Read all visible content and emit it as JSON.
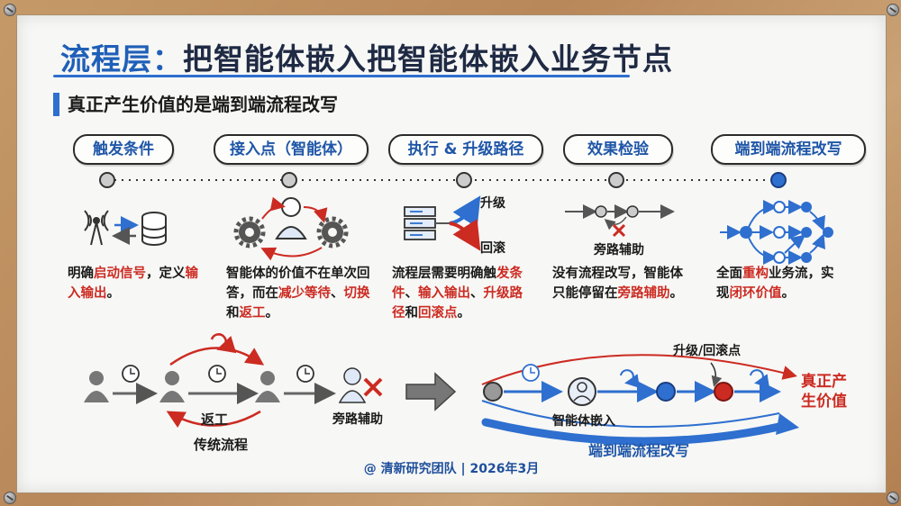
{
  "title": {
    "prefix": "流程层：",
    "main": "把智能体嵌入把智能体嵌入业务节点"
  },
  "subtitle": "真正产生价值的是端到端流程改写",
  "steps": [
    {
      "label": "触发条件",
      "desc": [
        {
          "t": "明确"
        },
        {
          "t": "启动信号",
          "r": true
        },
        {
          "t": "，定义"
        },
        {
          "t": "输入输出",
          "r": true
        },
        {
          "t": "。"
        }
      ]
    },
    {
      "label": "接入点（智能体）",
      "desc": [
        {
          "t": "智能体的价值不在单次回答，而在"
        },
        {
          "t": "减少等待",
          "r": true
        },
        {
          "t": "、"
        },
        {
          "t": "切换",
          "r": true
        },
        {
          "t": "和"
        },
        {
          "t": "返工",
          "r": true
        },
        {
          "t": "。"
        }
      ]
    },
    {
      "label": "执行 & 升级路径",
      "desc": [
        {
          "t": "流程层需要明确触"
        },
        {
          "t": "发条件",
          "r": true
        },
        {
          "t": "、"
        },
        {
          "t": "输入输出",
          "r": true
        },
        {
          "t": "、"
        },
        {
          "t": "升级路径",
          "r": true
        },
        {
          "t": "和"
        },
        {
          "t": "回滚点",
          "r": true
        },
        {
          "t": "。"
        }
      ]
    },
    {
      "label": "效果检验",
      "desc": [
        {
          "t": "没有流程改写，智能体只能停留在"
        },
        {
          "t": "旁路辅助",
          "r": true
        },
        {
          "t": "。"
        }
      ]
    },
    {
      "label": "端到端流程改写",
      "desc": [
        {
          "t": "全面"
        },
        {
          "t": "重构",
          "r": true
        },
        {
          "t": "业务流，实现"
        },
        {
          "t": "闭环价值",
          "r": true
        },
        {
          "t": "。"
        }
      ]
    }
  ],
  "icon_labels": {
    "upgrade": "升级",
    "rollback": "回滚",
    "bypass": "旁路辅助"
  },
  "bottom": {
    "traditional": {
      "rework": "返工",
      "bypass": "旁路辅助",
      "caption": "传统流程"
    },
    "rewrite": {
      "agent_embed": "智能体嵌入",
      "upgrade_rollback": "升级/回滚点",
      "result": "真正产生价值",
      "caption": "端到端流程改写"
    }
  },
  "credit": "@ 清新研究团队 | 2026年3月",
  "colors": {
    "blue": "#2e6fcf",
    "red": "#cc2b22",
    "ink": "#1a1a1a"
  }
}
